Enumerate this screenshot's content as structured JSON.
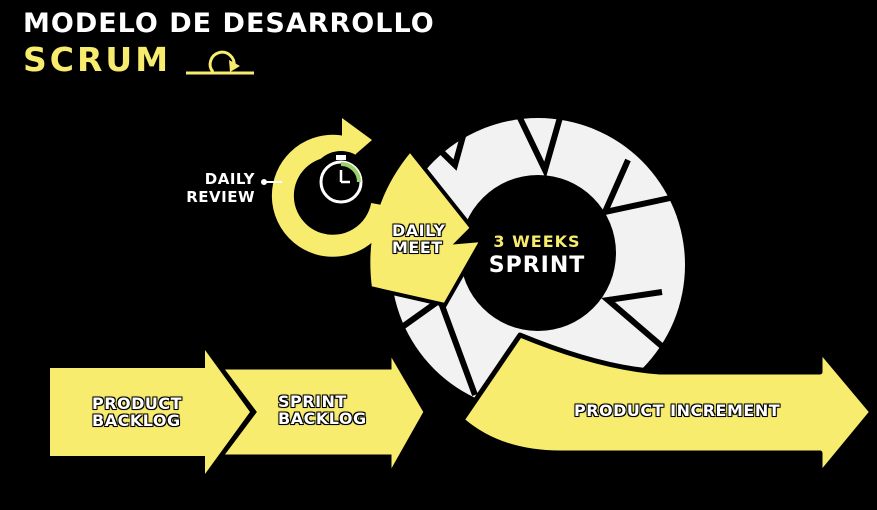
{
  "title": {
    "line1": "MODELO DE DESARROLLO",
    "line2": "SCRUM"
  },
  "labels": {
    "daily_review": [
      "DAILY",
      "REVIEW"
    ],
    "daily_meet": [
      "DAILY",
      "MEET"
    ],
    "sprint_duration": "3 WEEKS",
    "sprint": "SPRINT",
    "product_backlog": [
      "PRODUCT",
      "BACKLOG"
    ],
    "sprint_backlog": [
      "SPRINT",
      "BACKLOG"
    ],
    "product_increment": "PRODUCT INCREMENT"
  },
  "icons": {
    "header_loop": "loop-arrow-icon",
    "daily_review": "stopwatch-icon"
  },
  "colors": {
    "background": "#000000",
    "accent_yellow": "#f7ec6e",
    "white": "#ffffff"
  }
}
